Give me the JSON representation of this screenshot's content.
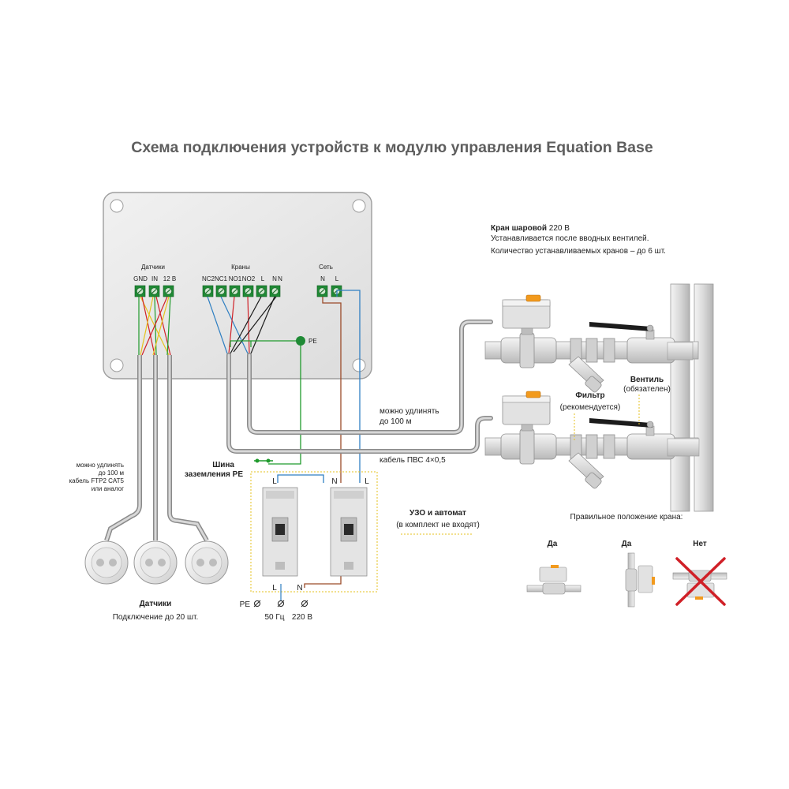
{
  "title": "Схема подключения устройств к модулю управления Equation Base",
  "module": {
    "group_sensors": "Датчики",
    "group_valves": "Краны",
    "group_power": "Сеть",
    "sensor_terminals": [
      "GND",
      "IN",
      "12 В"
    ],
    "valve_terminals": [
      "NC2",
      "NC1",
      "NO1",
      "NO2",
      "L",
      "N",
      "N"
    ],
    "power_terminals": [
      "N",
      "L"
    ],
    "pe_label": "PE"
  },
  "valve_info": {
    "heading_bold": "Кран шаровой",
    "heading_rest": " 220 В",
    "line1": "Устанавливается после вводных вентилей.",
    "line2": "Количество устанавливаемых кранов – до 6 шт."
  },
  "ventil": {
    "name": "Вентиль",
    "note": "(обязателен)"
  },
  "filter": {
    "name": "Фильтр",
    "note": "(рекомендуется)"
  },
  "cable_extend": {
    "line1": "можно удлинять",
    "line2": "до 100 м"
  },
  "cable_type": "кабель ПВС 4×0,5",
  "sensor_cable": {
    "line1": "можно удлинять",
    "line2": "до 100 м",
    "line3": "кабель FTP2 CAT5",
    "line4": "или аналог"
  },
  "pe_bus": {
    "line1": "Шина",
    "line2": "заземления PE"
  },
  "breakers": {
    "rcd_top_labels": [
      "L"
    ],
    "cb_top_labels": [
      "N",
      "L"
    ],
    "bottom_labels": [
      "L",
      "N"
    ],
    "note_bold": "УЗО и автомат",
    "note": "(в комплект не входят)"
  },
  "terminals_bottom": [
    "PE",
    "50 Гц",
    "220 В"
  ],
  "sensors_caption": {
    "bold": "Датчики",
    "sub": "Подключение до 20 шт."
  },
  "position": {
    "heading": "Правильное положение крана:",
    "labels": [
      "Да",
      "Да",
      "Нет"
    ]
  },
  "colors": {
    "wire_green": "#1f9a2c",
    "wire_yellow": "#e6c21e",
    "wire_red": "#d02027",
    "wire_brown": "#9a4a28",
    "wire_blue": "#2f7fc2",
    "wire_black": "#1c1c1c",
    "terminal": "#1f8a35",
    "cross": "#d02027",
    "actuator_cap": "#f29a1d"
  }
}
